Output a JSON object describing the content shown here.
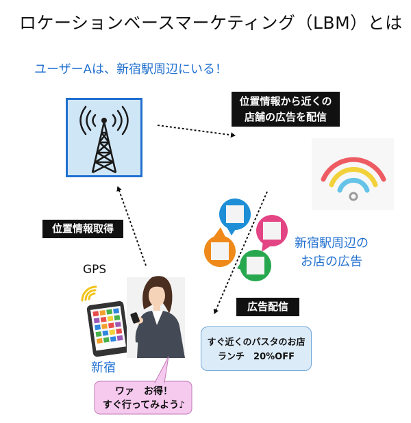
{
  "title": "ロケーションベースマーケティング（LBM）とは",
  "subtitle": "ユーザーAは、新宿駅周辺にいる！",
  "labels": {
    "location_info_ad": [
      "位置情報から近くの",
      "店舗の広告を配信"
    ],
    "location_acquire": "位置情報取得",
    "ad_delivery": "広告配信",
    "gps": "GPS",
    "shinjuku": "新宿",
    "nearby_shops_ad": [
      "新宿駅周辺の",
      "お店の広告"
    ]
  },
  "offer": [
    "すぐ近くのパスタのお店",
    "ランチ　20%OFF"
  ],
  "speech": [
    "ワァ　お得！",
    "すぐ行ってみよう♪"
  ],
  "colors": {
    "accent_blue": "#1f6fd0",
    "panel_fill": "#cfe6f6",
    "wifi_red": "#ee5c63",
    "wifi_yellow": "#f2d13a",
    "wifi_blue": "#66c3e8",
    "bubble_blue": "#1e8fd6",
    "bubble_pink": "#e34584",
    "bubble_orange": "#ef8a1a",
    "bubble_green": "#27a84e",
    "speech_fill": "#f6c9ef",
    "offer_fill": "#dcebf8"
  },
  "icons": [
    "cell-tower-icon",
    "wifi-icon",
    "smartphone-icon",
    "person-icon",
    "ad-bubble-icon",
    "gps-signal-icon"
  ]
}
